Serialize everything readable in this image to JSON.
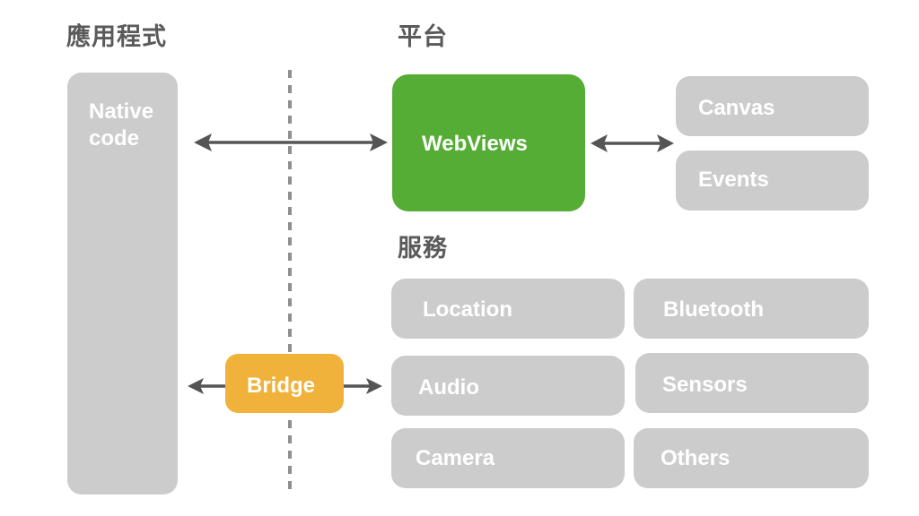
{
  "headings": {
    "application": "應用程式",
    "platform": "平台",
    "services": "服務"
  },
  "application": {
    "native_code": {
      "line1": "Native",
      "line2": "code"
    }
  },
  "platform": {
    "webviews": "WebViews",
    "features": [
      {
        "label": "Canvas"
      },
      {
        "label": "Events"
      }
    ]
  },
  "bridge": {
    "label": "Bridge"
  },
  "services": {
    "items": [
      {
        "label": "Location"
      },
      {
        "label": "Bluetooth"
      },
      {
        "label": "Audio"
      },
      {
        "label": "Sensors"
      },
      {
        "label": "Camera"
      },
      {
        "label": "Others"
      }
    ]
  },
  "colors": {
    "native_box": "#cccccc",
    "webviews": "#55ad35",
    "bridge": "#f0b23a",
    "service_box": "#cccccc",
    "heading_text": "#5a5a5a",
    "arrow": "#555555",
    "divider": "#8f8f8f"
  }
}
